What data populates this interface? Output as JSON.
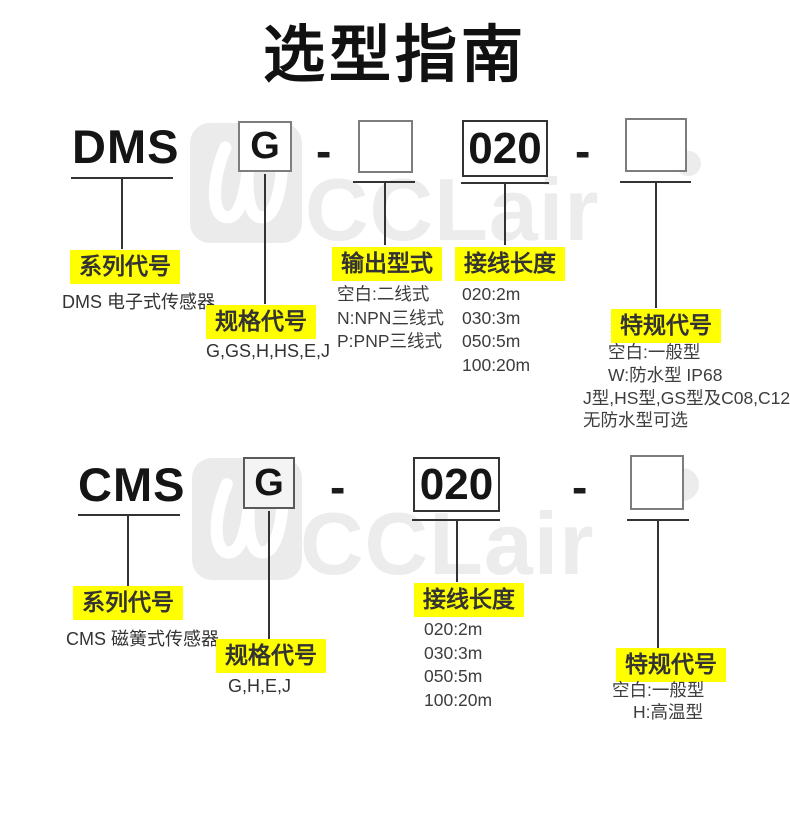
{
  "title": "选型指南",
  "colors": {
    "highlight": "#ffff00",
    "watermark": "#ececec",
    "line": "#333333"
  },
  "watermark": {
    "brand_text": "CCLair",
    "logo_icon": "cclair-swoosh-logo"
  },
  "dms": {
    "model": {
      "series": "DMS",
      "spec": "G",
      "dash1": "-",
      "output_blank": "",
      "length": "020",
      "dash2": "-",
      "special_blank": ""
    },
    "series": {
      "label": "系列代号",
      "desc": "DMS 电子式传感器"
    },
    "spec": {
      "label": "规格代号",
      "desc": "G,GS,H,HS,E,J"
    },
    "output": {
      "label": "输出型式",
      "options": [
        "空白:二线式",
        "N:NPN三线式",
        "P:PNP三线式"
      ]
    },
    "length": {
      "label": "接线长度",
      "options": [
        "020:2m",
        "030:3m",
        "050:5m",
        "100:20m"
      ]
    },
    "special": {
      "label": "特规代号",
      "options": [
        "空白:一般型",
        "W:防水型 IP68",
        "J型,HS型,GS型及C08,C12",
        "无防水型可选"
      ]
    }
  },
  "cms": {
    "model": {
      "series": "CMS",
      "spec": "G",
      "dash1": "-",
      "length": "020",
      "dash2": "-",
      "special_blank": ""
    },
    "series": {
      "label": "系列代号",
      "desc": "CMS 磁簧式传感器"
    },
    "spec": {
      "label": "规格代号",
      "desc": "G,H,E,J"
    },
    "length": {
      "label": "接线长度",
      "options": [
        "020:2m",
        "030:3m",
        "050:5m",
        "100:20m"
      ]
    },
    "special": {
      "label": "特规代号",
      "options": [
        "空白:一般型",
        "H:高温型"
      ]
    }
  }
}
